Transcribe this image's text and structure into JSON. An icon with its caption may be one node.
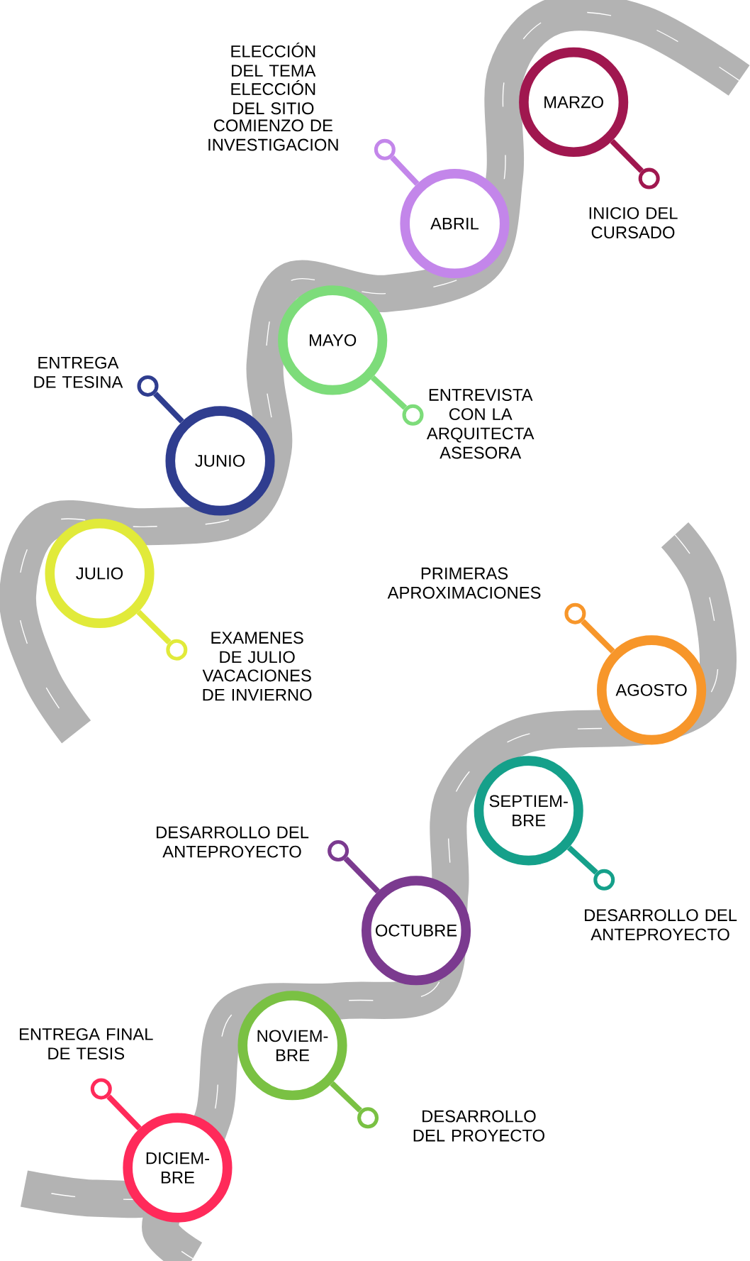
{
  "diagram": {
    "nodes": [
      {
        "text": [
          "MARZO"
        ]
      },
      {
        "text": [],
        "shape": "circle",
        "beside": [
          "INICIO DEL CURSADO"
        ]
      },
      {
        "text": [
          "ABRIL"
        ]
      },
      {
        "text": [],
        "shape": "circle",
        "beside": [
          "ELECCIÓN DEL TEMA",
          "ELECCIÓN DEL SITIO",
          "COMIENZO DE INVESTIGACION"
        ]
      },
      {
        "text": [
          "MAYO"
        ]
      },
      {
        "text": [],
        "shape": "circle",
        "beside": [
          "ENTREVISTA CON LA ARQUITECTA ASESORA"
        ]
      },
      {
        "text": [
          "JUNIO"
        ]
      },
      {
        "text": [],
        "shape": "circle",
        "beside": [
          "ENTREGA DE TESINA"
        ]
      },
      {
        "text": [
          "JULIO"
        ]
      },
      {
        "text": [],
        "shape": "circle",
        "beside": [
          "EXAMENES DE JULIO",
          "VACACIONES DE INVIERNO"
        ]
      },
      {
        "text": [
          "AGOSTO"
        ]
      },
      {
        "text": [],
        "shape": "circle",
        "beside": [
          "PRIMERAS APROXIMACIONES"
        ]
      },
      {
        "text": [
          "SEPTIEM-BRE"
        ]
      },
      {
        "text": [],
        "shape": "circle",
        "beside": [
          "DESARROLLO DEL ANTEPROYECTO"
        ]
      },
      {
        "text": [
          "OCTUBRE"
        ]
      },
      {
        "text": [],
        "shape": "circle",
        "beside": [
          "DESARROLLO DEL ANTEPROYECTO"
        ]
      },
      {
        "text": [
          "NOVIEM-BRE"
        ]
      },
      {
        "text": [],
        "shape": "circle",
        "beside": [
          "DESARROLLO DEL PROYECTO"
        ]
      },
      {
        "text": [
          "DICIEM-BRE"
        ]
      },
      {
        "text": [],
        "shape": "circle",
        "beside": [
          "ENTREGA FINAL DE TESIS"
        ]
      }
    ],
    "edges": [
      {
        "from": 0,
        "to": 1,
        "arrow": "none",
        "color": "#a0174f"
      },
      {
        "from": 2,
        "to": 3,
        "arrow": "none",
        "color": "#c386ea"
      },
      {
        "from": 4,
        "to": 5,
        "arrow": "none",
        "color": "#7ddc7a"
      },
      {
        "from": 6,
        "to": 7,
        "arrow": "none",
        "color": "#2f3d8f"
      },
      {
        "from": 8,
        "to": 9,
        "arrow": "none",
        "color": "#e1ea3a"
      },
      {
        "from": 10,
        "to": 11,
        "arrow": "none",
        "color": "#f7962a"
      },
      {
        "from": 12,
        "to": 13,
        "arrow": "none",
        "color": "#15a08a"
      },
      {
        "from": 14,
        "to": 15,
        "arrow": "none",
        "color": "#7b3a8f"
      },
      {
        "from": 16,
        "to": 17,
        "arrow": "none",
        "color": "#7ac143"
      },
      {
        "from": 18,
        "to": 19,
        "arrow": "none",
        "color": "#ff2a5a"
      }
    ]
  }
}
